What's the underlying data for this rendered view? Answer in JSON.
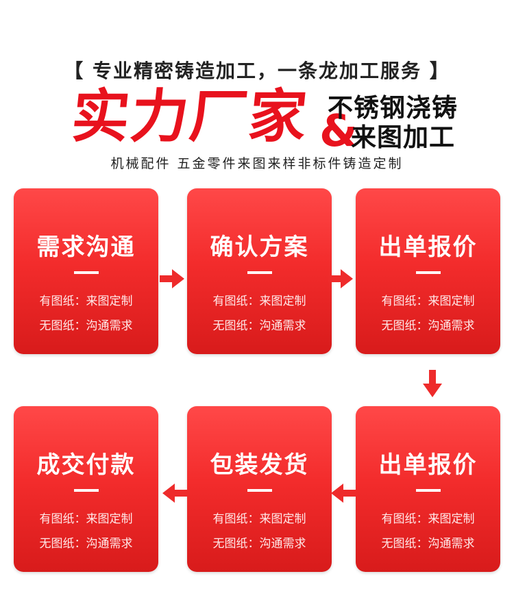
{
  "header": {
    "tagline": "【 专业精密铸造加工，一条龙加工服务 】",
    "headline": "实力厂家",
    "amp": "&",
    "sub1": "不锈钢浇铸",
    "sub2": "来图加工",
    "subline": "机械配件  五金零件来图来样非标件铸造定制"
  },
  "colors": {
    "accent": "#e8121d",
    "card": "#f32c2c"
  },
  "steps": [
    {
      "title": "需求沟通",
      "line1": "有图纸：来图定制",
      "line2": "无图纸：沟通需求"
    },
    {
      "title": "确认方案",
      "line1": "有图纸：来图定制",
      "line2": "无图纸：沟通需求"
    },
    {
      "title": "出单报价",
      "line1": "有图纸：来图定制",
      "line2": "无图纸：沟通需求"
    },
    {
      "title": "成交付款",
      "line1": "有图纸：来图定制",
      "line2": "无图纸：沟通需求"
    },
    {
      "title": "包装发货",
      "line1": "有图纸：来图定制",
      "line2": "无图纸：沟通需求"
    },
    {
      "title": "出单报价",
      "line1": "有图纸：来图定制",
      "line2": "无图纸：沟通需求"
    }
  ],
  "arrows": [
    "arrow-right-icon",
    "arrow-right-icon",
    "arrow-down-icon",
    "arrow-left-icon",
    "arrow-left-icon"
  ]
}
